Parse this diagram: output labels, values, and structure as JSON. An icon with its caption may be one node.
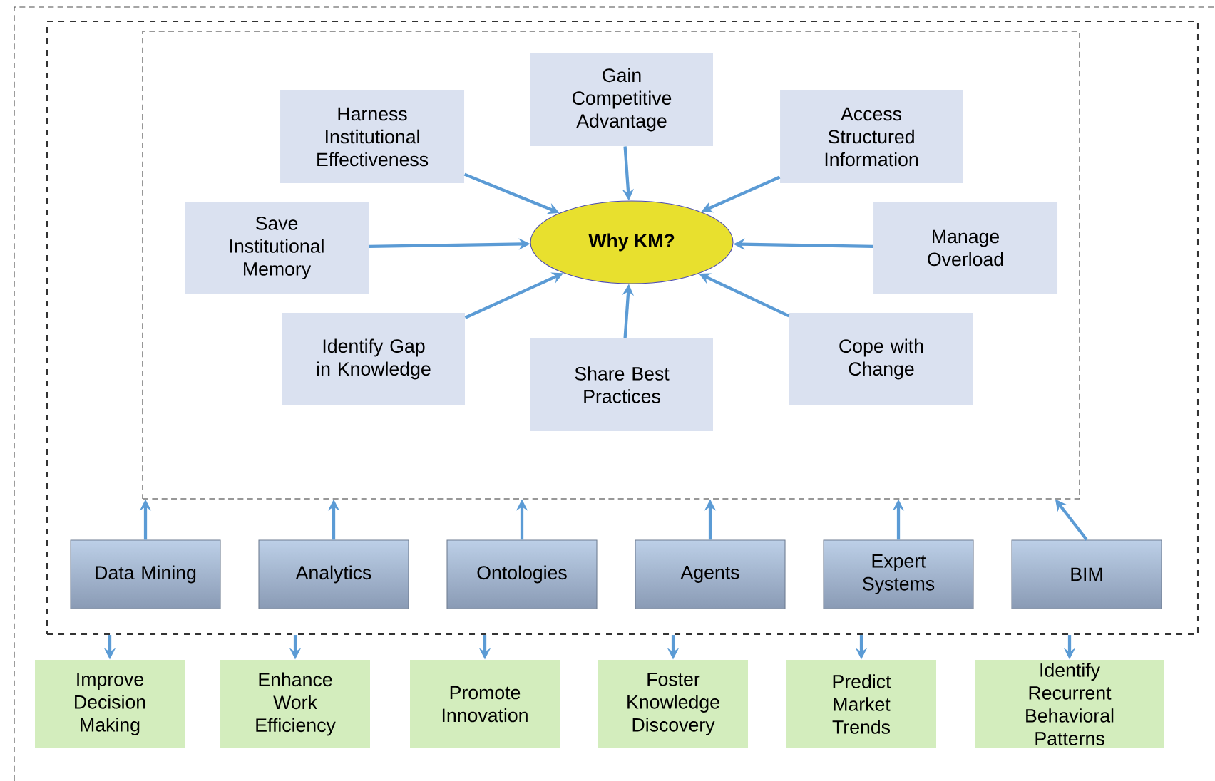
{
  "diagram": {
    "nodes": [
      {
        "text": [],
        "shape": "box"
      },
      {
        "text": [],
        "shape": "box",
        "in": 0
      },
      {
        "text": [
          "Why KM?"
        ],
        "in": 1
      },
      {
        "text": [
          "Harness Institutional Effectiveness"
        ],
        "in": 1
      },
      {
        "text": [
          "Gain Competitive Advantage"
        ],
        "in": 1
      },
      {
        "text": [
          "Access Structured Information"
        ],
        "in": 1
      },
      {
        "text": [
          "Save Institutional Memory"
        ],
        "in": 1
      },
      {
        "text": [
          "Manage Overload"
        ],
        "in": 1
      },
      {
        "text": [
          "Identify Gap in Knowledge"
        ],
        "in": 1
      },
      {
        "text": [
          "Share Best Practices"
        ],
        "in": 1
      },
      {
        "text": [
          "Cope with Change"
        ],
        "in": 1
      },
      {
        "text": [
          "Data Mining"
        ],
        "in": 0
      },
      {
        "text": [
          "Analytics"
        ],
        "in": 0
      },
      {
        "text": [
          "Ontologies"
        ],
        "in": 0
      },
      {
        "text": [
          "Agents"
        ],
        "in": 0
      },
      {
        "text": [
          "Expert Systems"
        ],
        "in": 0
      },
      {
        "text": [
          "BIM"
        ],
        "in": 0
      },
      {
        "text": [
          "Improve Decision Making"
        ]
      },
      {
        "text": [
          "Enhance Work Efficiency"
        ]
      },
      {
        "text": [
          "Promote Innovation"
        ]
      },
      {
        "text": [
          "Foster Knowledge Discovery"
        ]
      },
      {
        "text": [
          "Predict Market Trends"
        ]
      },
      {
        "text": [
          "Identify Recurrent Behavioral Patterns"
        ]
      }
    ],
    "edges": [
      {
        "from": 3,
        "to": 2,
        "arrow": "to"
      },
      {
        "from": 4,
        "to": 2,
        "arrow": "to"
      },
      {
        "from": 5,
        "to": 2,
        "arrow": "to"
      },
      {
        "from": 6,
        "to": 2,
        "arrow": "to"
      },
      {
        "from": 7,
        "to": 2,
        "arrow": "to"
      },
      {
        "from": 8,
        "to": 2,
        "arrow": "to"
      },
      {
        "from": 9,
        "to": 2,
        "arrow": "to"
      },
      {
        "from": 10,
        "to": 2,
        "arrow": "to"
      },
      {
        "from": 11,
        "to": 1,
        "arrow": "to"
      },
      {
        "from": 12,
        "to": 1,
        "arrow": "to"
      },
      {
        "from": 13,
        "to": 1,
        "arrow": "to"
      },
      {
        "from": 14,
        "to": 1,
        "arrow": "to"
      },
      {
        "from": 15,
        "to": 1,
        "arrow": "to"
      },
      {
        "from": 16,
        "to": 1,
        "arrow": "to"
      },
      {
        "from": 0,
        "to": 17,
        "arrow": "to"
      },
      {
        "from": 0,
        "to": 18,
        "arrow": "to"
      },
      {
        "from": 0,
        "to": 19,
        "arrow": "to"
      },
      {
        "from": 0,
        "to": 20,
        "arrow": "to"
      },
      {
        "from": 0,
        "to": 21,
        "arrow": "to"
      },
      {
        "from": 0,
        "to": 22,
        "arrow": "to"
      }
    ]
  }
}
